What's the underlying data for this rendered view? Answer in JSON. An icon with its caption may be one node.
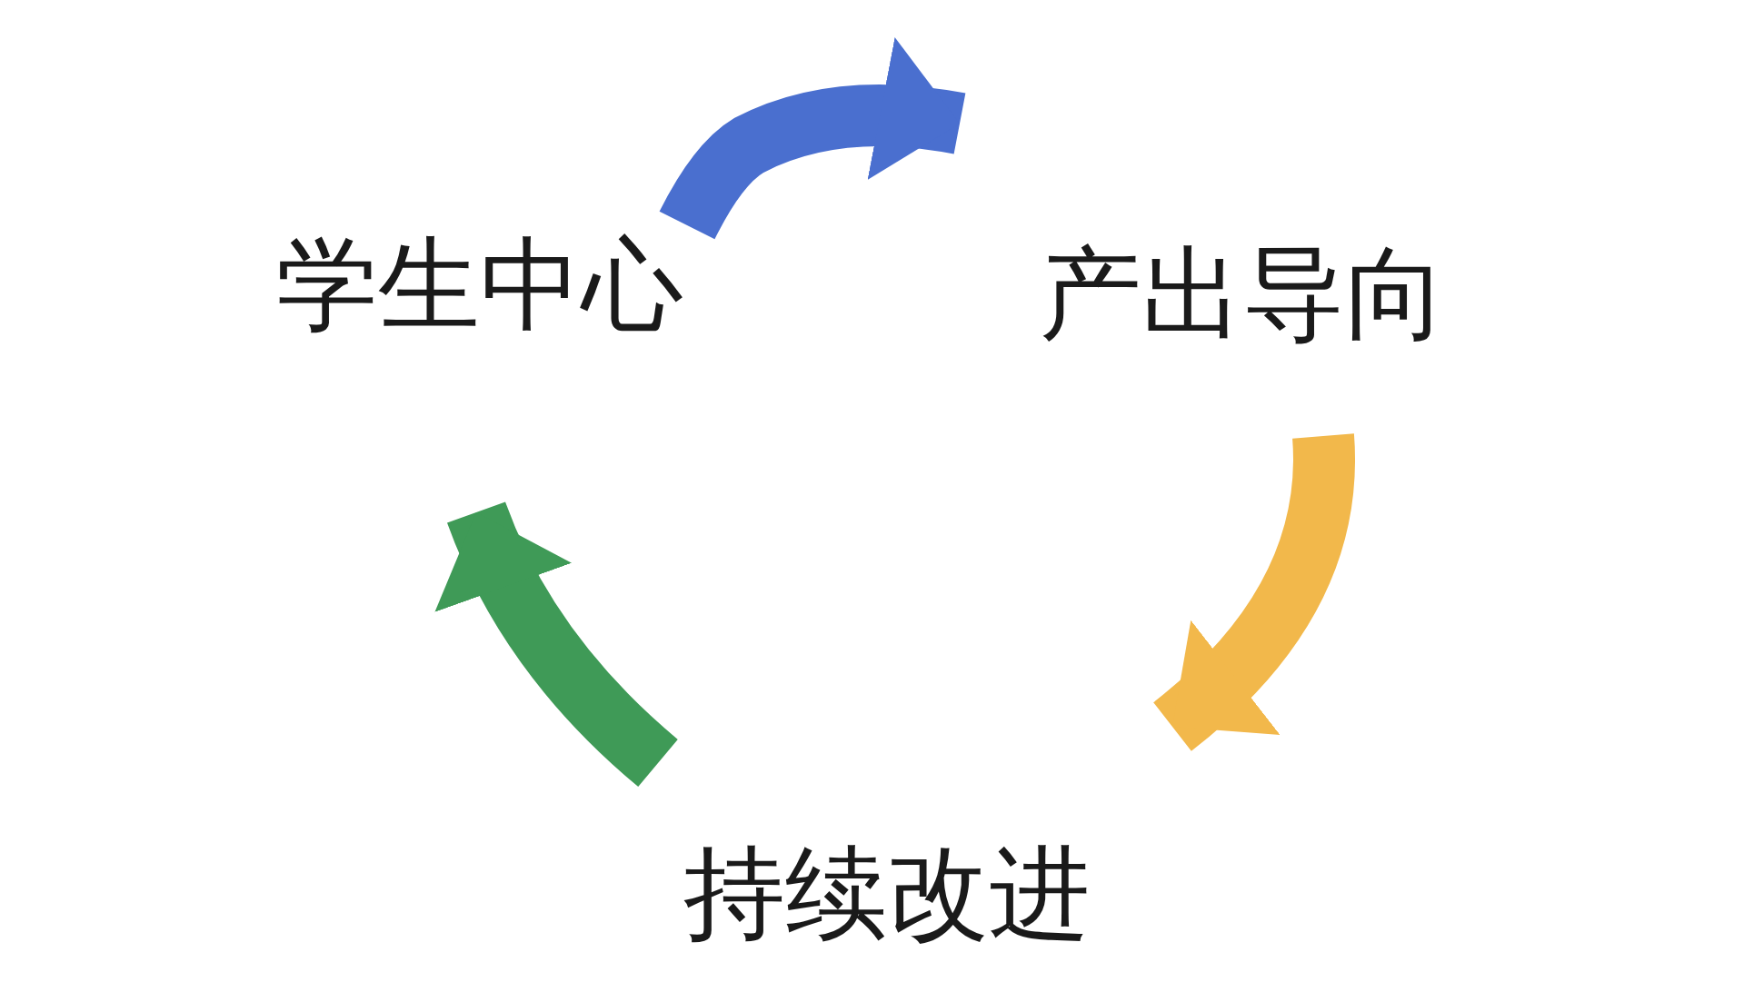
{
  "diagram": {
    "nodes": [
      {
        "text": [
          "学生中心"
        ]
      },
      {
        "text": [
          "产出导向"
        ]
      },
      {
        "text": [
          "持续改进"
        ]
      }
    ],
    "edges": [
      {
        "from": 0,
        "to": 1,
        "arrow": "to",
        "color": "#4a6fcf"
      },
      {
        "from": 1,
        "to": 2,
        "arrow": "to",
        "color": "#f2b84b"
      },
      {
        "from": 2,
        "to": 0,
        "arrow": "to",
        "color": "#3f9a57"
      }
    ]
  }
}
